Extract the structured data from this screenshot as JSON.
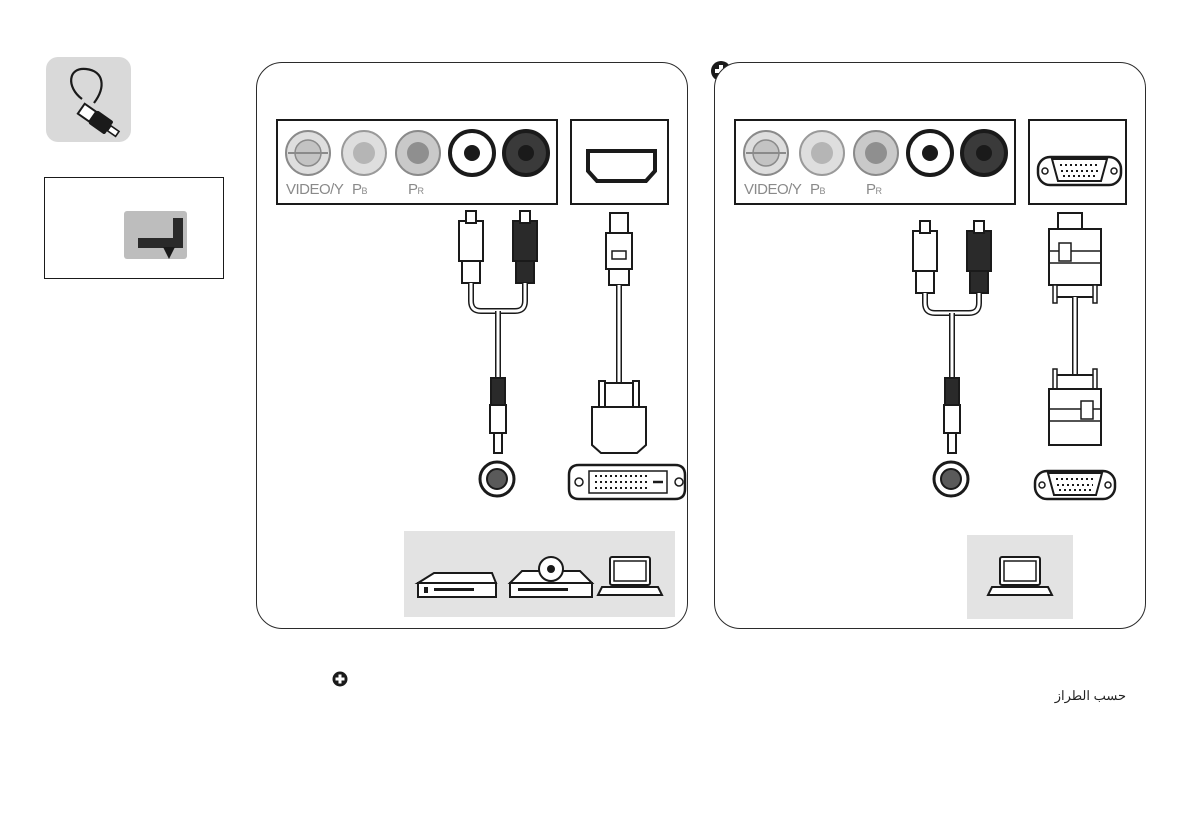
{
  "ports": {
    "video_y": "VIDEO/Y",
    "pb_main": "P",
    "pb_sub": "B",
    "pr_main": "P",
    "pr_sub": "R"
  },
  "footer": {
    "arabic_note": "حسب الطراز"
  },
  "icons": {
    "cable": "cable-icon",
    "plus": "plus-circle-icon",
    "port_location": "port-location-icon"
  },
  "colors": {
    "stroke": "#1a1a1a",
    "gray_light": "#c8c8c8",
    "gray_mid": "#9a9a9a",
    "gray_dark": "#3a3a3a",
    "device_bg": "#e3e3e3"
  }
}
